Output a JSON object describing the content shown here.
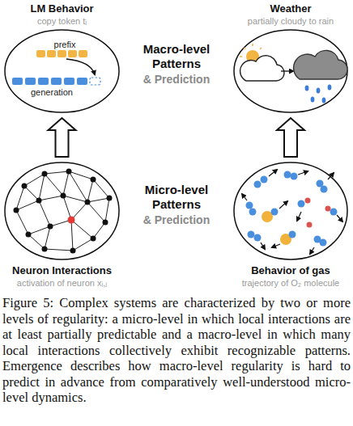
{
  "diagram": {
    "caption": "Figure 5: Complex systems are characterized by two or more levels of regularity: a micro-level in which local interactions are at least partially predictable and a macro-level in which many local interactions collectively exhibit recognizable patterns. Emergence describes how macro-level regularity is hard to predict in advance from comparatively well-understood micro-level dynamics.",
    "nodes": [
      {
        "text": [
          "LM Behavior",
          "copy token tᵢ"
        ]
      },
      {
        "text": [
          "Weather",
          "partially cloudy to rain"
        ]
      },
      {
        "text": [
          "Neuron Interactions",
          "activation of neuron xᵢ,ⱼ"
        ]
      },
      {
        "text": [
          "Behavior of gas",
          "trajectory of O₂ molecule"
        ]
      }
    ],
    "edges": [
      {
        "from": 2,
        "to": 0,
        "arrow": "to"
      },
      {
        "from": 3,
        "to": 1,
        "arrow": "to"
      }
    ],
    "labels": [
      "prefix",
      "generation",
      "Macro-level Patterns",
      "& Prediction",
      "Micro-level Patterns",
      "& Prediction"
    ]
  }
}
